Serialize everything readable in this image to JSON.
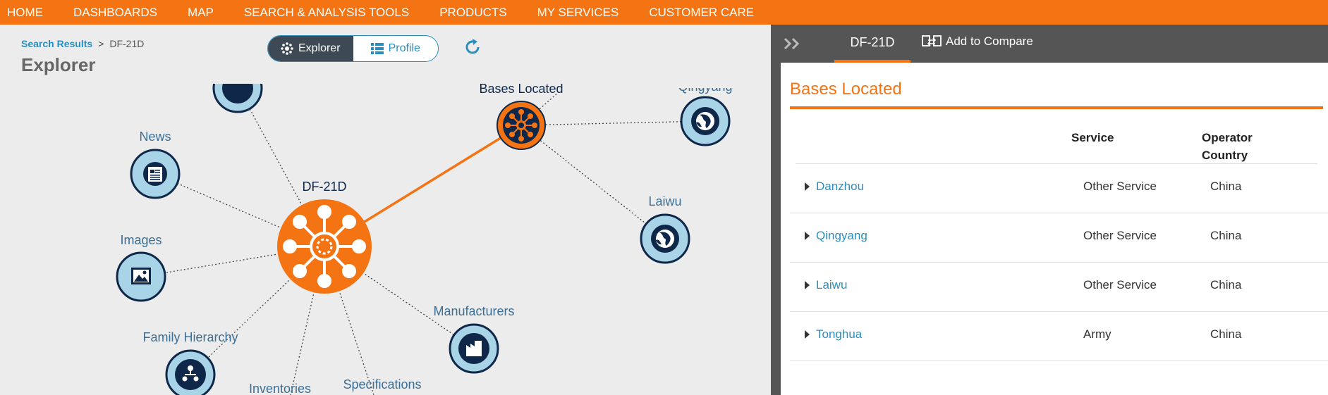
{
  "nav": [
    "HOME",
    "DASHBOARDS",
    "MAP",
    "SEARCH & ANALYSIS TOOLS",
    "PRODUCTS",
    "MY SERVICES",
    "CUSTOMER CARE"
  ],
  "breadcrumb": {
    "link": "Search Results",
    "separator": ">",
    "current": "DF-21D"
  },
  "page_title": "Explorer",
  "view_toggle": {
    "explorer": "Explorer",
    "profile": "Profile"
  },
  "graph": {
    "center": "DF-21D",
    "nodes": {
      "bases_located": "Bases Located",
      "qingyang": "Qingyang",
      "laiwu": "Laiwu",
      "news": "News",
      "images": "Images",
      "family_hierarchy": "Family Hierarchy",
      "inventories": "Inventories",
      "specifications": "Specifications",
      "manufacturers": "Manufacturers"
    }
  },
  "right_panel": {
    "tab": "DF-21D",
    "add_compare": "Add to Compare",
    "section_title": "Bases Located",
    "columns": {
      "service": "Service",
      "operator_line1": "Operator",
      "operator_line2": "Country"
    },
    "rows": [
      {
        "name": "Danzhou",
        "service": "Other Service",
        "country": "China"
      },
      {
        "name": "Qingyang",
        "service": "Other Service",
        "country": "China"
      },
      {
        "name": "Laiwu",
        "service": "Other Service",
        "country": "China"
      },
      {
        "name": "Tonghua",
        "service": "Army",
        "country": "China"
      }
    ]
  },
  "colors": {
    "accent": "#f47414",
    "link": "#2a8fbf",
    "node_fill": "#a9d3e6",
    "node_dark": "#0f2748"
  }
}
